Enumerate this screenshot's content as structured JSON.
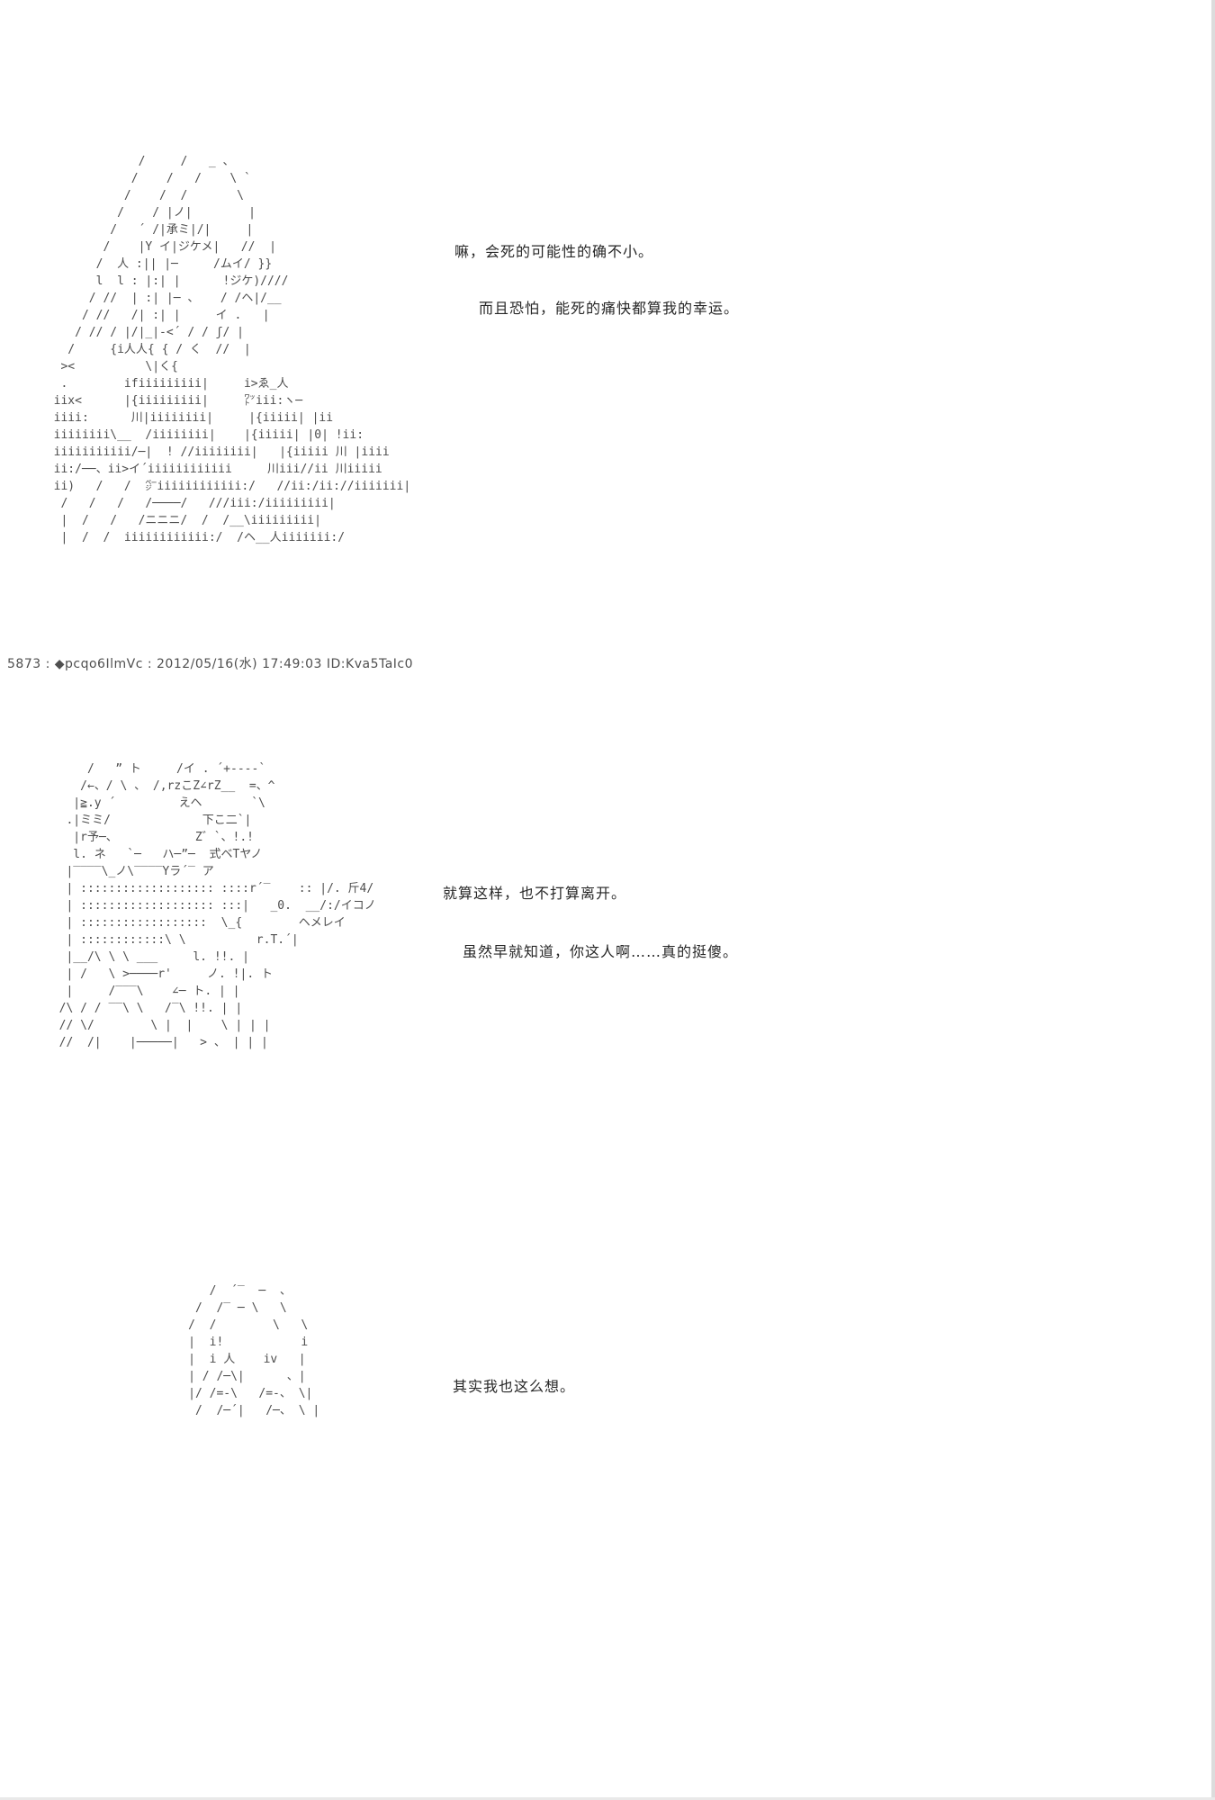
{
  "page": {
    "background": "#ffffff",
    "edge_color": "#dcdcdc"
  },
  "post": {
    "header": "5873 : ◆pcqo6IlmVc : 2012/05/16(水) 17:49:03 ID:Kva5TaIc0"
  },
  "sections": [
    {
      "aa": [
        "              /     /   _ 、",
        "             /    /   /    \\ `",
        "            /    /  /       \\",
        "           /    / |ノ|        |",
        "          /   ´ /|承ミ|/|     |",
        "         /    |Y イ|ジケメ|   //  |",
        "        /  人 :|| |─     /ムイ/ }}",
        "        l  l : |:| |      !ジケ)////",
        "       / //  | :| |─ 、   / /ヘ|/__",
        "      / //   /| :| |     イ .   |",
        "     / // / |/|_|-<´ / / ʃ/ |",
        "    /     {i人人{ { / く  //  |",
        "   ><          \\|く{",
        "   .        ifiiiiiiiii|     i>ゑ_人",
        "  iix<      |{iiiiiiiii|     ㍗iii:ヽ─",
        "  iiii:      川|iiiiiiii|     |{iiiii| |ii",
        "  iiiiiiii\\__  /iiiiiiii|    |{iiiii| |0| !ii:",
        "  iiiiiiiiiii/─|  ! //iiiiiiii|   |{iiiii 川 |iiii",
        "  ii:/──、ii>イ´iiiiiiiiiiii     川iii//ii 川iiiii",
        "  ii)   /   /  ㌻iiiiiiiiiiii:/   //ii:/ii://iiiiiii|",
        "   /   /   /   /────/   ///iii:/iiiiiiiii|",
        "   |  /   /   /ニニニ/  /  /__\\iiiiiiiii|",
        "   |  /  /  iiiiiiiiiiii:/  /ヘ__人iiiiiii:/"
      ],
      "dialogue": [
        "嘛，会死的可能性的确不小。",
        "而且恐怕，能死的痛快都算我的幸运。"
      ]
    },
    {
      "aa": [
        "      /   ” ト     /イ . ´+----`",
        "     /←、/ \\ 、 /,rzこZ∠rZ__  =、^",
        "    |≧.y ´         えヘ       `\\",
        "   .|ミミ/             下こ二`|",
        "    |r予─、           Z゛`、!.!",
        "    l. ネ   `─   ハ─”─  式ベTヤノ",
        "   |‾‾‾‾\\_ノ\\‾‾‾‾Yラ´‾ ア",
        "   | ::::::::::::::::::: ::::r´‾    :: |/. 斤4/",
        "   | ::::::::::::::::::: :::|   _0.  __/:/イコノ",
        "   | ::::::::::::::::::  \\_{        ヘメレイ",
        "   | ::::::::::::\\ \\          r.T.´|",
        "   |__/\\ \\ \\ ___     l. !!. |",
        "   | /   \\ >────r'     ノ. !|. ト",
        "   |     /‾‾‾\\    ∠─ ト. | |",
        "  /\\ / / ‾‾\\ \\   /‾\\ !!. | |",
        "  // \\/        \\ |  |    \\ | | |",
        "  //  /|    |─────|   > 、 | | |"
      ],
      "dialogue": [
        "就算这样，也不打算离开。",
        "虽然早就知道，你这人啊……真的挺傻。"
      ]
    },
    {
      "aa": [
        "        /  ´‾  ─  、",
        "      /  /‾ ─ \\   \\",
        "     /  /        \\   \\",
        "     |  i!           i",
        "     |  i 人    iv   |",
        "     | / /─\\|      、|",
        "     |/ /=-\\   /=-、 \\|",
        "      /  /─´|   /─、 \\ |"
      ],
      "dialogue": [
        "其实我也这么想。"
      ]
    }
  ]
}
